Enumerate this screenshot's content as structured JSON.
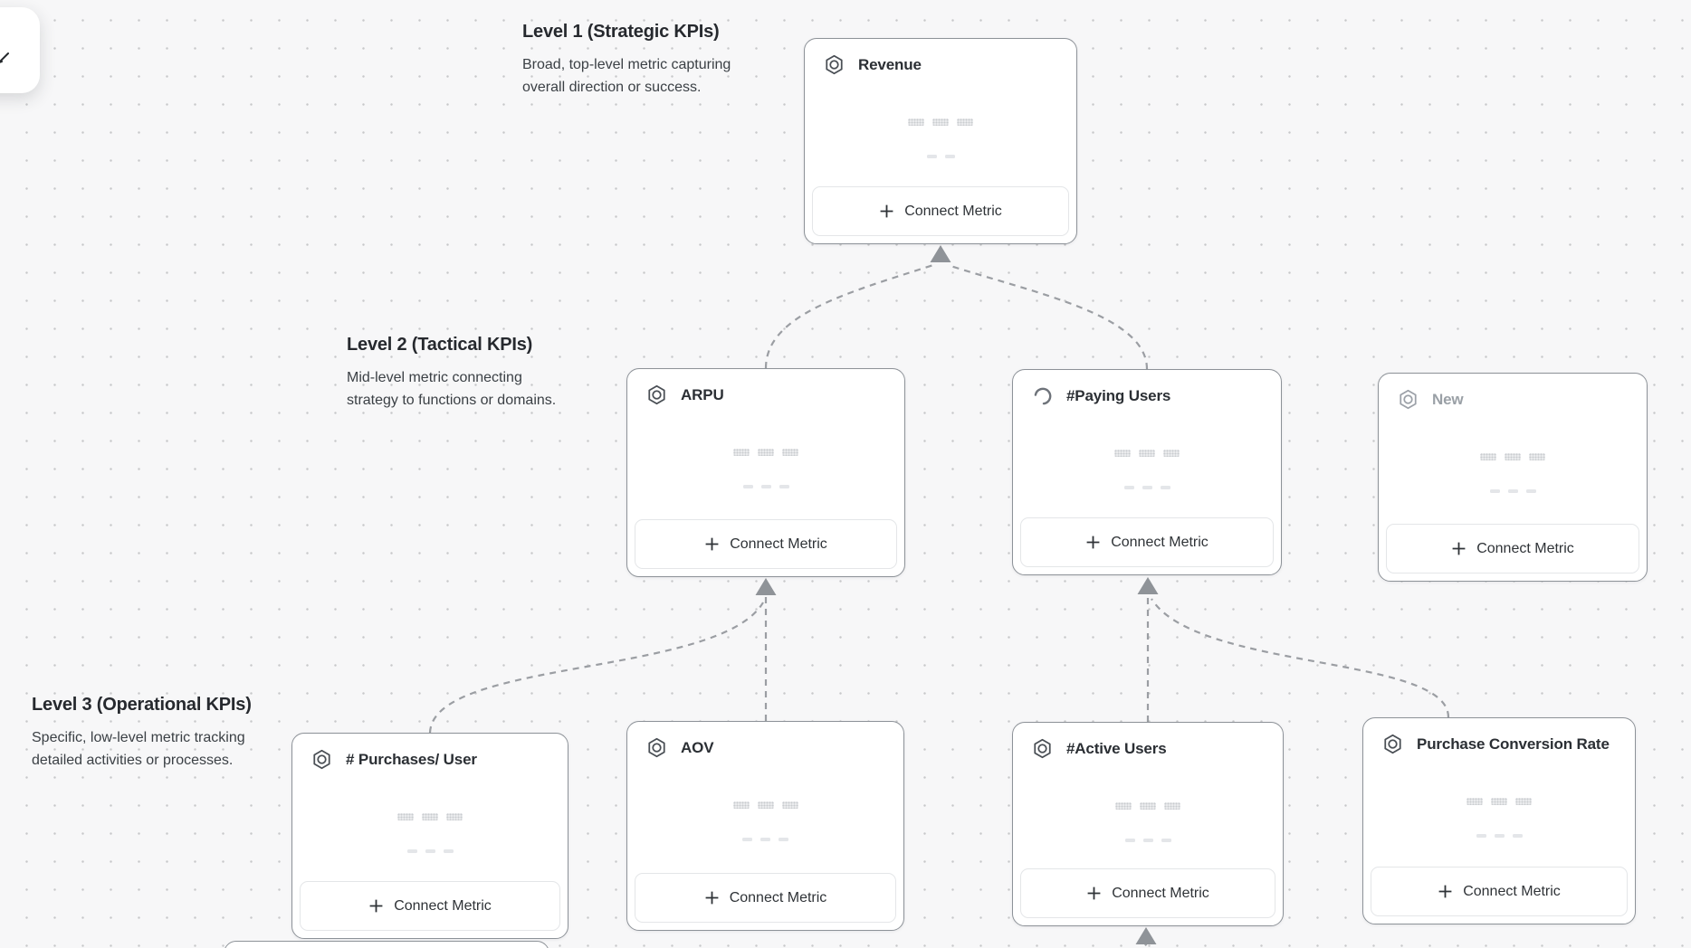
{
  "app": {
    "toolbar": {
      "icon": "cursor-icon"
    }
  },
  "levels": [
    {
      "title": "Level 1 (Strategic KPIs)",
      "description": "Broad, top-level metric capturing overall direction or success."
    },
    {
      "title": "Level 2 (Tactical KPIs)",
      "description": "Mid-level metric connecting strategy to functions or domains."
    },
    {
      "title": "Level 3 (Operational KPIs)",
      "description": "Specific, low-level metric tracking detailed activities or processes."
    }
  ],
  "cards": [
    {
      "title": "Revenue",
      "level": 1,
      "icon": "metric-hexagon-icon",
      "button_label": "Connect Metric"
    },
    {
      "title": "ARPU",
      "level": 2,
      "icon": "metric-hexagon-icon",
      "button_label": "Connect Metric"
    },
    {
      "title": "#Paying Users",
      "level": 2,
      "icon": "spinner-icon",
      "button_label": "Connect Metric"
    },
    {
      "title": "New",
      "level": 2,
      "icon": "metric-hexagon-icon",
      "state": "draft",
      "button_label": "Connect Metric"
    },
    {
      "title": "# Purchases/ User",
      "level": 3,
      "icon": "metric-hexagon-icon",
      "button_label": "Connect Metric"
    },
    {
      "title": "AOV",
      "level": 3,
      "icon": "metric-hexagon-icon",
      "button_label": "Connect Metric"
    },
    {
      "title": "#Active Users",
      "level": 3,
      "icon": "metric-hexagon-icon",
      "button_label": "Connect Metric"
    },
    {
      "title": "Purchase Conversion Rate",
      "level": 3,
      "icon": "metric-hexagon-icon",
      "button_label": "Connect Metric"
    }
  ],
  "connectors": [
    {
      "from": "ARPU",
      "to": "Revenue"
    },
    {
      "from": "#Paying Users",
      "to": "Revenue"
    },
    {
      "from": "# Purchases/ User",
      "to": "ARPU"
    },
    {
      "from": "AOV",
      "to": "ARPU"
    },
    {
      "from": "#Active Users",
      "to": "#Paying Users"
    },
    {
      "from": "Purchase Conversion Rate",
      "to": "#Paying Users"
    },
    {
      "from": "offscreen-below",
      "to": "#Active Users"
    }
  ],
  "colors": {
    "background": "#f7f7f8",
    "card_border": "#8d9298",
    "connector": "#9b9ea3",
    "heading_text": "#26292e",
    "muted_text": "#9aa0a6"
  }
}
